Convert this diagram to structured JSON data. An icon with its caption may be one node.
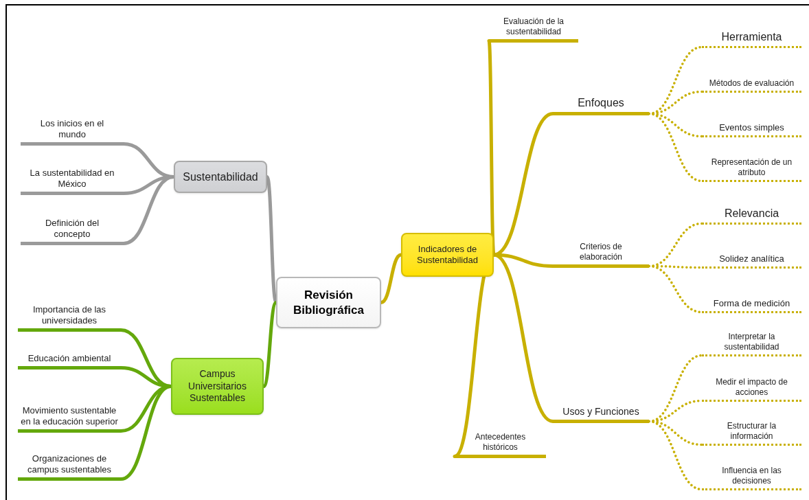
{
  "diagram": {
    "nodes": [
      {
        "text": [
          "Revisión Bibliográfica"
        ]
      },
      {
        "text": [
          "Sustentabilidad"
        ]
      },
      {
        "text": [
          "Los inicios en el mundo"
        ]
      },
      {
        "text": [
          "La sustentabilidad en México"
        ]
      },
      {
        "text": [
          "Definición del concepto"
        ]
      },
      {
        "text": [
          "Campus Universitarios Sustentables"
        ]
      },
      {
        "text": [
          "Importancia de las universidades"
        ]
      },
      {
        "text": [
          "Educación ambiental"
        ]
      },
      {
        "text": [
          "Movimiento sustentable en la educación superior"
        ]
      },
      {
        "text": [
          "Organizaciones de campus sustentables"
        ]
      },
      {
        "text": [
          "Indicadores de Sustentabilidad"
        ]
      },
      {
        "text": [
          "Evaluación de la sustentabilidad"
        ]
      },
      {
        "text": [
          "Enfoques"
        ]
      },
      {
        "text": [
          "Herramienta"
        ]
      },
      {
        "text": [
          "Métodos de evaluación"
        ]
      },
      {
        "text": [
          "Eventos simples"
        ]
      },
      {
        "text": [
          "Representación de un atributo"
        ]
      },
      {
        "text": [
          "Criterios de elaboración"
        ]
      },
      {
        "text": [
          "Relevancia"
        ]
      },
      {
        "text": [
          "Solidez analítica"
        ]
      },
      {
        "text": [
          "Forma de medición"
        ]
      },
      {
        "text": [
          "Usos y Funciones"
        ]
      },
      {
        "text": [
          "Interpretar la sustentabilidad"
        ]
      },
      {
        "text": [
          "Medir el impacto de acciones"
        ]
      },
      {
        "text": [
          "Estructurar la información"
        ]
      },
      {
        "text": [
          "Influencia en las decisiones"
        ]
      },
      {
        "text": [
          "Antecedentes históricos"
        ]
      }
    ],
    "edges": [
      {
        "from": 0,
        "to": 1,
        "arrow": "none",
        "color": "#9a9a9a"
      },
      {
        "from": 1,
        "to": 2,
        "arrow": "none",
        "color": "#9a9a9a"
      },
      {
        "from": 1,
        "to": 3,
        "arrow": "none",
        "color": "#9a9a9a"
      },
      {
        "from": 1,
        "to": 4,
        "arrow": "none",
        "color": "#9a9a9a"
      },
      {
        "from": 0,
        "to": 5,
        "arrow": "none",
        "color": "#64a80c"
      },
      {
        "from": 5,
        "to": 6,
        "arrow": "none",
        "color": "#64a80c"
      },
      {
        "from": 5,
        "to": 7,
        "arrow": "none",
        "color": "#64a80c"
      },
      {
        "from": 5,
        "to": 8,
        "arrow": "none",
        "color": "#64a80c"
      },
      {
        "from": 5,
        "to": 9,
        "arrow": "none",
        "color": "#64a80c"
      },
      {
        "from": 0,
        "to": 10,
        "arrow": "none"
      },
      {
        "from": 10,
        "to": 11,
        "arrow": "none"
      },
      {
        "from": 10,
        "to": 12,
        "arrow": "none"
      },
      {
        "from": 12,
        "to": 13,
        "arrow": "none",
        "style": "dashed"
      },
      {
        "from": 12,
        "to": 14,
        "arrow": "none",
        "style": "dashed"
      },
      {
        "from": 12,
        "to": 15,
        "arrow": "none",
        "style": "dashed"
      },
      {
        "from": 12,
        "to": 16,
        "arrow": "none",
        "style": "dashed"
      },
      {
        "from": 10,
        "to": 17,
        "arrow": "none"
      },
      {
        "from": 17,
        "to": 18,
        "arrow": "none",
        "style": "dashed"
      },
      {
        "from": 17,
        "to": 19,
        "arrow": "none",
        "style": "dashed"
      },
      {
        "from": 17,
        "to": 20,
        "arrow": "none",
        "style": "dashed"
      },
      {
        "from": 10,
        "to": 21,
        "arrow": "none"
      },
      {
        "from": 21,
        "to": 22,
        "arrow": "none",
        "style": "dashed"
      },
      {
        "from": 21,
        "to": 23,
        "arrow": "none",
        "style": "dashed"
      },
      {
        "from": 21,
        "to": 24,
        "arrow": "none",
        "style": "dashed"
      },
      {
        "from": 21,
        "to": 25,
        "arrow": "none",
        "style": "dashed"
      },
      {
        "from": 10,
        "to": 26,
        "arrow": "none"
      }
    ]
  }
}
